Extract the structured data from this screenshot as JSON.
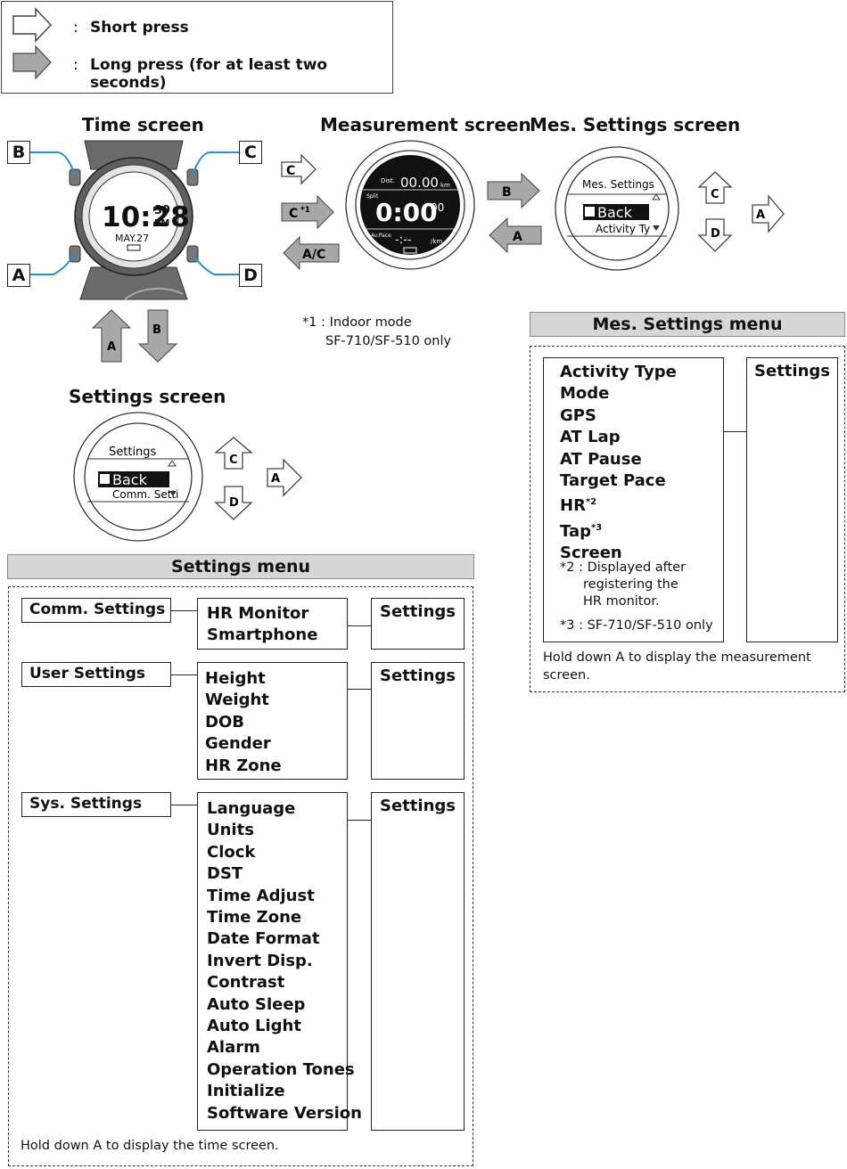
{
  "legend": {
    "sep": ":",
    "short_press": "Short press",
    "long_press": "Long press (for at least two seconds)"
  },
  "time_screen": {
    "title": "Time screen",
    "watch": {
      "time": "10:28",
      "seconds": "39",
      "ampm": "PM",
      "date": "MAY.27"
    },
    "buttons": {
      "b": "B",
      "c": "C",
      "a": "A",
      "d": "D"
    }
  },
  "measurement_screen": {
    "title": "Measurement screen",
    "display": {
      "dist_label": "Dist.",
      "dist_value": "00.00",
      "dist_unit": "km",
      "split_label": "Split",
      "split_value": "0:00",
      "split_sub": "00",
      "pace_label": "Av.Pace",
      "pace_value": "-:--",
      "pace_unit": "/km"
    },
    "arrows": {
      "c_short": "C",
      "c_long": "C",
      "c_long_sup": "*1",
      "ac_long": "A/C"
    }
  },
  "mes_settings_screen": {
    "title": "Mes. Settings screen",
    "display": {
      "header": "Mes. Settings",
      "selected": "Back",
      "next": "Activity Ty"
    },
    "arrows": {
      "b_long": "B",
      "a_long": "A",
      "c_up": "C",
      "d_down": "D",
      "a_right": "A"
    }
  },
  "time_settings_arrows": {
    "a_up": "A",
    "b_down": "B"
  },
  "footnote_1": {
    "line1": "*1 : Indoor mode",
    "line2": "SF-710/SF-510 only"
  },
  "settings_screen": {
    "title": "Settings screen",
    "display": {
      "header": "Settings",
      "selected": "Back",
      "next": "Comm. Setti"
    },
    "arrows": {
      "c_up": "C",
      "d_down": "D",
      "a_right": "A"
    }
  },
  "settings_menu": {
    "heading": "Settings menu",
    "groups": [
      {
        "label": "Comm. Settings",
        "items": [
          "HR Monitor",
          "Smartphone"
        ],
        "target": "Settings"
      },
      {
        "label": "User Settings",
        "items": [
          "Height",
          "Weight",
          "DOB",
          "Gender",
          "HR Zone"
        ],
        "target": "Settings"
      },
      {
        "label": "Sys. Settings",
        "items": [
          "Language",
          "Units",
          "Clock",
          "DST",
          "Time Adjust",
          "Time Zone",
          "Date Format",
          "Invert Disp.",
          "Contrast",
          "Auto Sleep",
          "Auto Light",
          "Alarm",
          "Operation Tones",
          "Initialize",
          "Software Version"
        ],
        "target": "Settings"
      }
    ],
    "footer": "Hold down A to display the time screen."
  },
  "mes_settings_menu": {
    "heading": "Mes. Settings menu",
    "items": [
      "Activity Type",
      "Mode",
      "GPS",
      "AT Lap",
      "AT Pause",
      "Target Pace",
      "HR",
      "Tap",
      "Screen"
    ],
    "hr_sup": "*2",
    "tap_sup": "*3",
    "target": "Settings",
    "note2": {
      "line1": "*2 : Displayed after",
      "line2": "registering the",
      "line3": "HR monitor."
    },
    "note3": "*3 : SF-710/SF-510 only",
    "footer_line1": "Hold down A to display the measurement",
    "footer_line2": "screen."
  },
  "colors": {
    "button_line": "#2a8fd0",
    "arrow_fill": "#a8a8a8",
    "band": "#d6d6d6"
  }
}
